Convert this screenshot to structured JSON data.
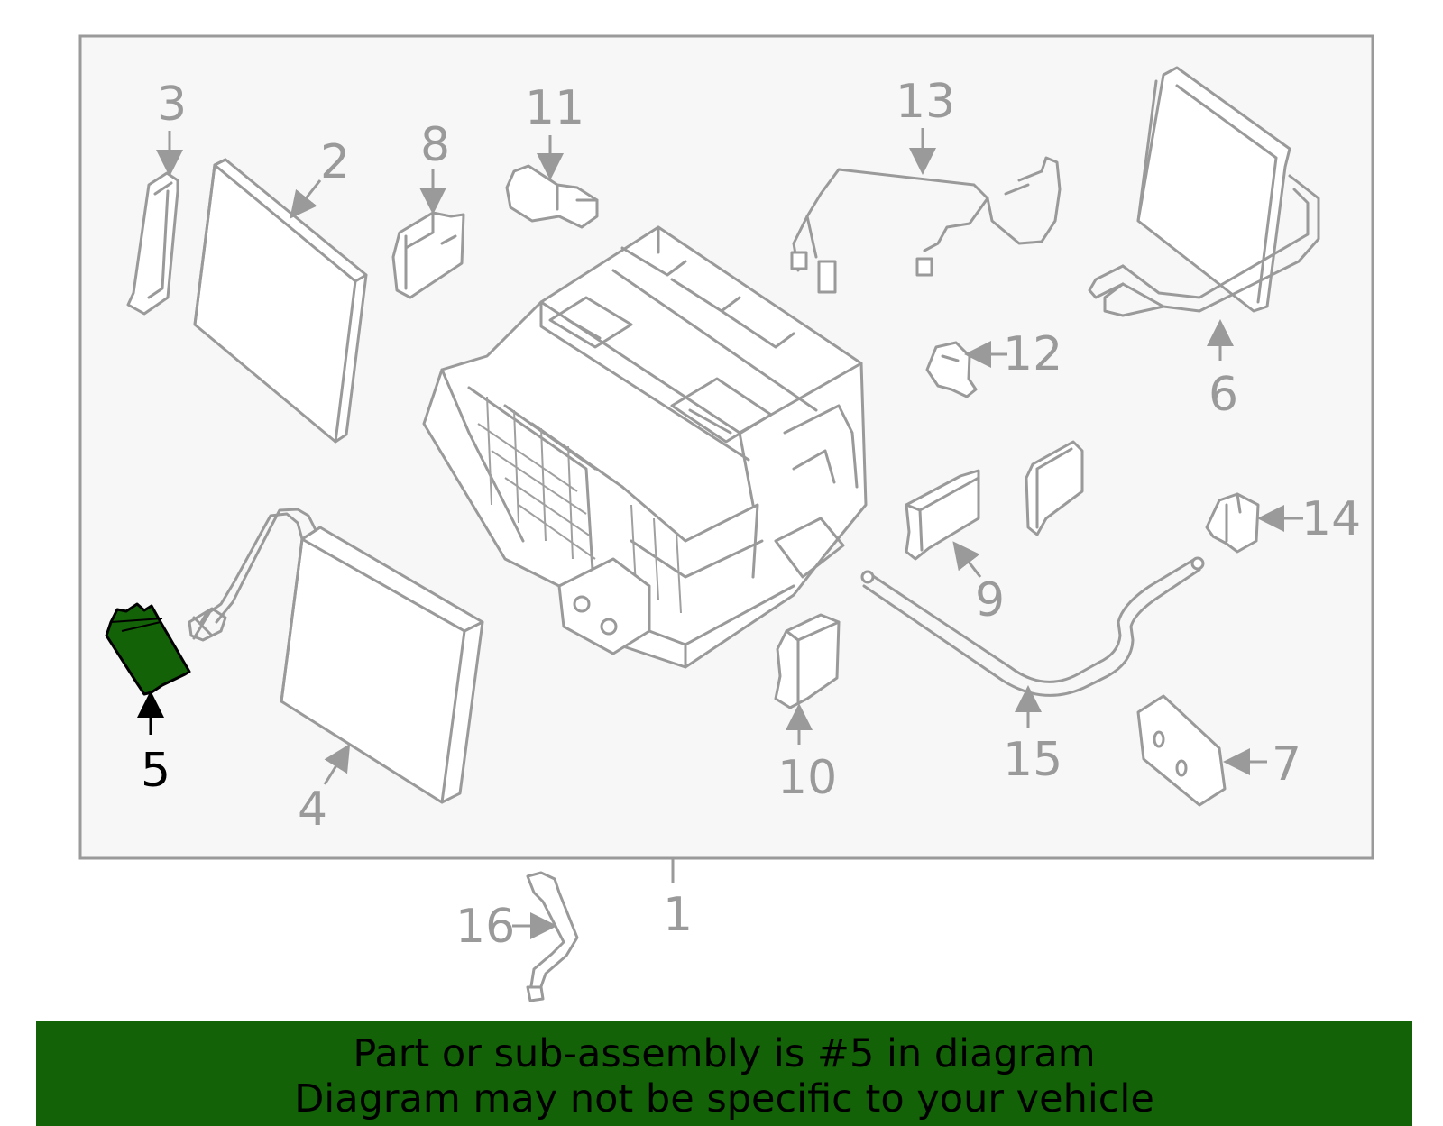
{
  "colors": {
    "highlight_part": "#136207",
    "banner_background": "#136207",
    "line_gray": "#9a9a9a",
    "frame_fill": "#f7f7f7"
  },
  "callouts": {
    "c1": "1",
    "c2": "2",
    "c3": "3",
    "c4": "4",
    "c5": "5",
    "c6": "6",
    "c7": "7",
    "c8": "8",
    "c9": "9",
    "c10": "10",
    "c11": "11",
    "c12": "12",
    "c13": "13",
    "c14": "14",
    "c15": "15",
    "c16": "16"
  },
  "highlighted_callout": "5",
  "banner": {
    "line1": "Part or sub-assembly is #5 in diagram",
    "line2": "Diagram may not be specific to your vehicle"
  }
}
